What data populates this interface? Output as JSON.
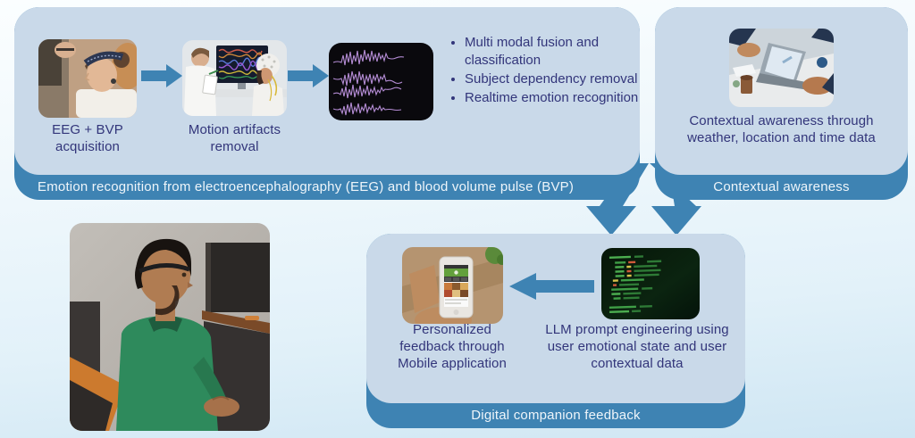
{
  "figure": {
    "colors": {
      "panel_fill": "#c9d9e9",
      "band_blue": "#3e83b3",
      "text_navy": "#32357a",
      "band_text": "#eef5fa",
      "wave_purple": "#b48cd4"
    },
    "eeg_panel": {
      "step1_caption": "EEG + BVP acquisition",
      "step2_caption": "Motion artifacts removal",
      "bullets": [
        "Multi modal fusion and classification",
        "Subject dependency removal",
        "Realtime emotion recognition"
      ],
      "bar_label": "Emotion recognition from electroencephalography (EEG) and blood volume pulse (BVP)"
    },
    "context_panel": {
      "caption": "Contextual awareness through weather, location and time data",
      "bar_label": "Contextual awareness"
    },
    "feedback_panel": {
      "mobile_caption": "Personalized feedback through Mobile application",
      "llm_caption": "LLM prompt engineering using user emotional state and user contextual data",
      "bar_label": "Digital companion feedback"
    },
    "images": {
      "eeg_acquisition": "person wearing EEG headband",
      "motion_artifacts": "researchers reviewing EEG signals on monitor",
      "eeg_waveforms": "EEG waveform traces",
      "contextual": "people working at a laptop desk",
      "participant": "participant wearing EEG headband",
      "mobile_app": "hand holding smartphone app",
      "llm_code": "code on dark screen"
    }
  }
}
